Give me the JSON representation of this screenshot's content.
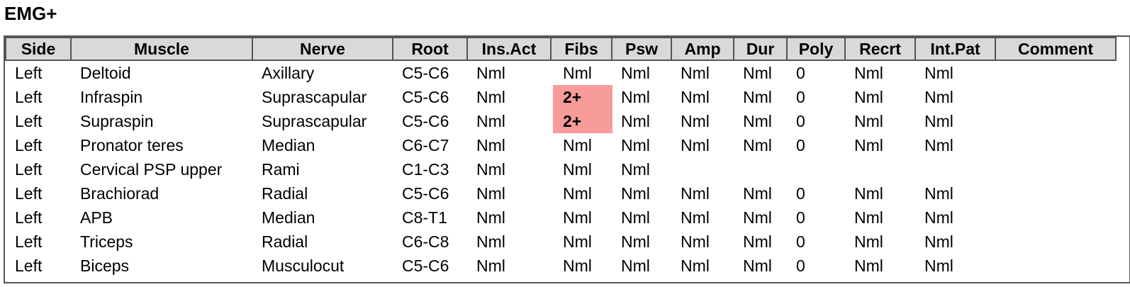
{
  "title": "EMG+",
  "table": {
    "headers": [
      "Side",
      "Muscle",
      "Nerve",
      "Root",
      "Ins.Act",
      "Fibs",
      "Psw",
      "Amp",
      "Dur",
      "Poly",
      "Recrt",
      "Int.Pat",
      "Comment"
    ],
    "rows": [
      [
        "Left",
        "Deltoid",
        "Axillary",
        "C5-C6",
        "Nml",
        "Nml",
        "Nml",
        "Nml",
        "Nml",
        "0",
        "Nml",
        "Nml",
        ""
      ],
      [
        "Left",
        "Infraspin",
        "Suprascapular",
        "C5-C6",
        "Nml",
        "2+",
        "Nml",
        "Nml",
        "Nml",
        "0",
        "Nml",
        "Nml",
        ""
      ],
      [
        "Left",
        "Supraspin",
        "Suprascapular",
        "C5-C6",
        "Nml",
        "2+",
        "Nml",
        "Nml",
        "Nml",
        "0",
        "Nml",
        "Nml",
        ""
      ],
      [
        "Left",
        "Pronator teres",
        "Median",
        "C6-C7",
        "Nml",
        "Nml",
        "Nml",
        "Nml",
        "Nml",
        "0",
        "Nml",
        "Nml",
        ""
      ],
      [
        "Left",
        "Cervical PSP upper",
        "Rami",
        "C1-C3",
        "Nml",
        "Nml",
        "Nml",
        "",
        "",
        "",
        "",
        "",
        ""
      ],
      [
        "Left",
        "Brachiorad",
        "Radial",
        "C5-C6",
        "Nml",
        "Nml",
        "Nml",
        "Nml",
        "Nml",
        "0",
        "Nml",
        "Nml",
        ""
      ],
      [
        "Left",
        "APB",
        "Median",
        "C8-T1",
        "Nml",
        "Nml",
        "Nml",
        "Nml",
        "Nml",
        "0",
        "Nml",
        "Nml",
        ""
      ],
      [
        "Left",
        "Triceps",
        "Radial",
        "C6-C8",
        "Nml",
        "Nml",
        "Nml",
        "Nml",
        "Nml",
        "0",
        "Nml",
        "Nml",
        ""
      ],
      [
        "Left",
        "Biceps",
        "Musculocut",
        "C5-C6",
        "Nml",
        "Nml",
        "Nml",
        "Nml",
        "Nml",
        "0",
        "Nml",
        "Nml",
        ""
      ]
    ],
    "highlight": {
      "color": "#f79b9b",
      "cells": [
        [
          1,
          5
        ],
        [
          2,
          5
        ]
      ]
    }
  }
}
